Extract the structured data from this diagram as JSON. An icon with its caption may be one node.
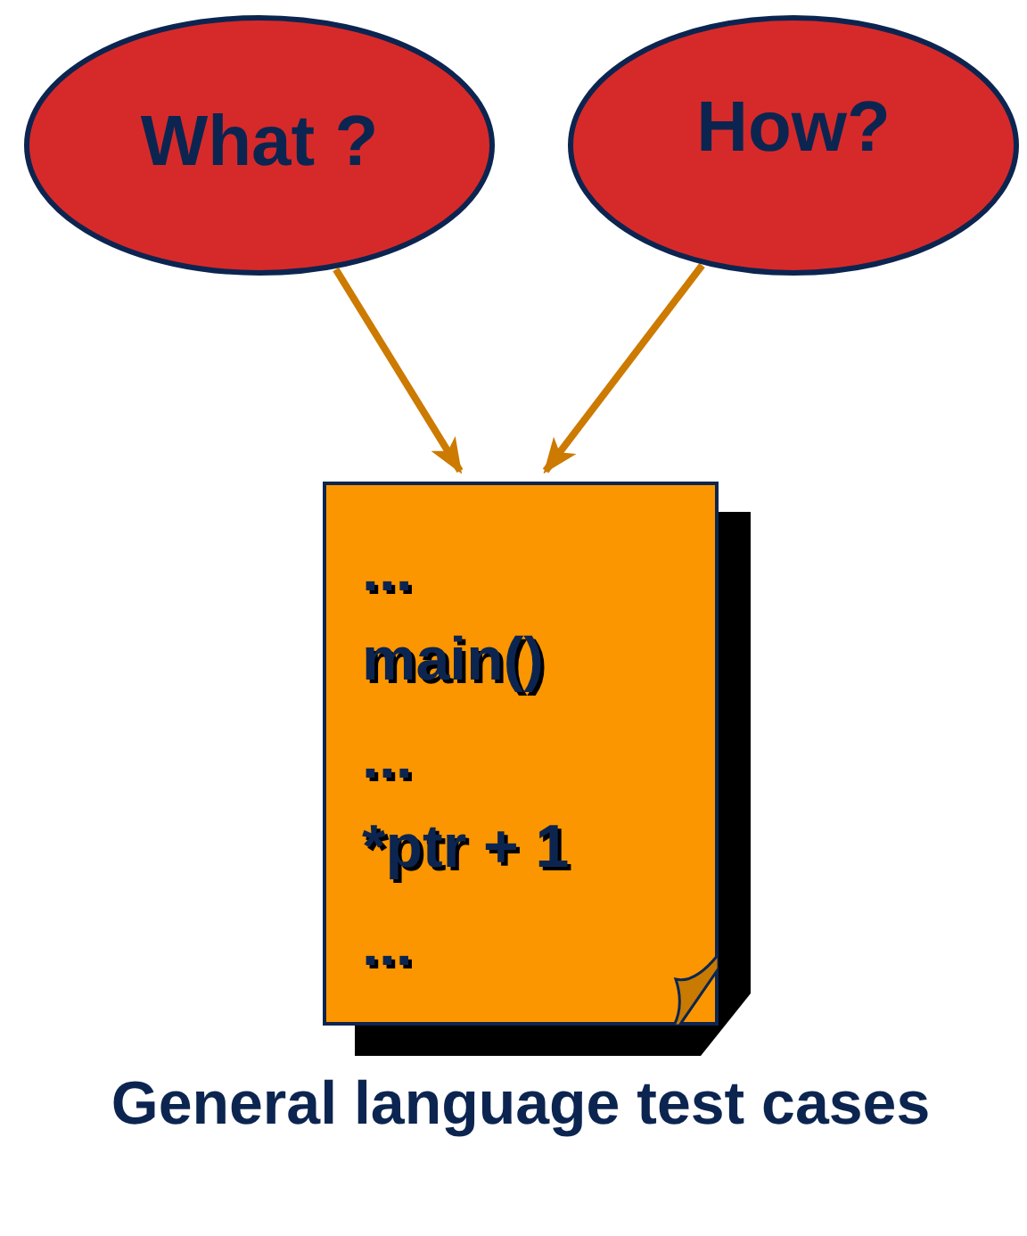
{
  "diagram": {
    "nodes": [
      {
        "text": [
          "What ?"
        ]
      },
      {
        "text": [
          "How?"
        ]
      },
      {
        "text": [
          "...",
          "main()",
          "...",
          "*ptr + 1",
          "..."
        ],
        "beside": [
          "General language test cases"
        ]
      }
    ],
    "edges": [
      {
        "from": 0,
        "to": 2,
        "arrow": "to"
      },
      {
        "from": 1,
        "to": 2,
        "arrow": "to"
      }
    ]
  }
}
